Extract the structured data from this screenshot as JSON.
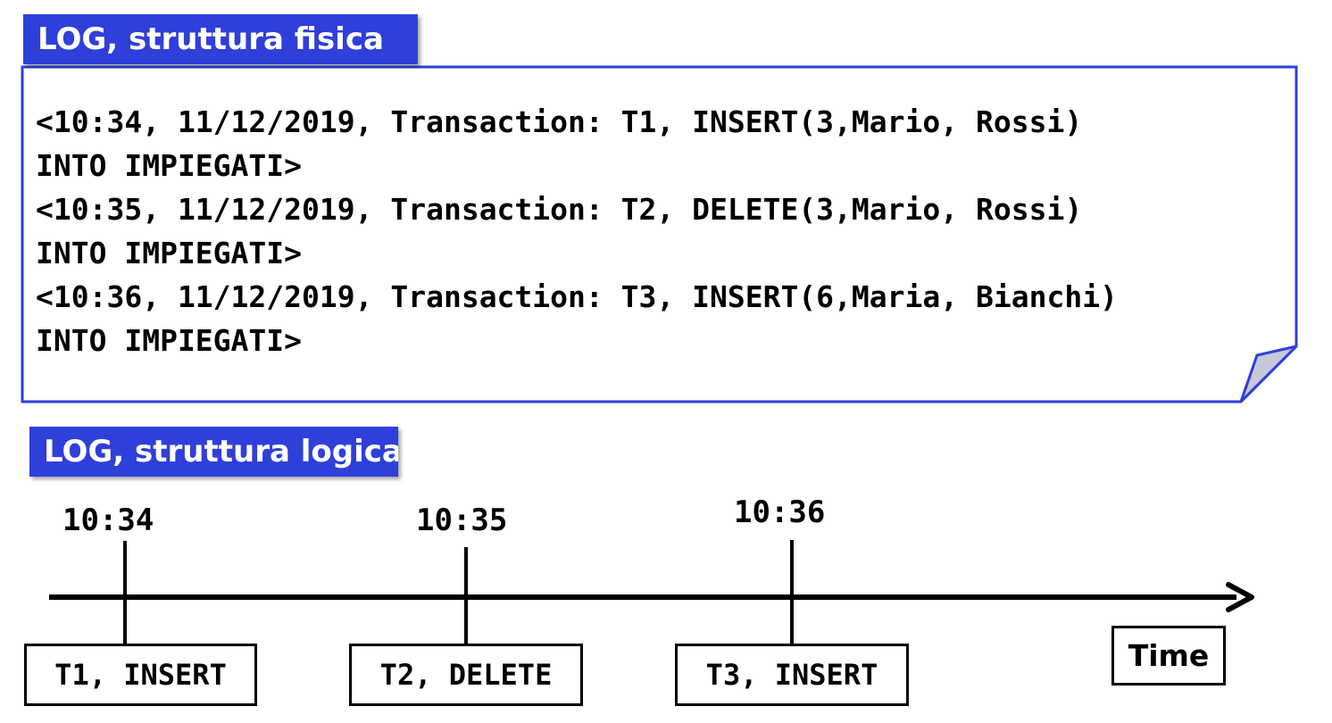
{
  "physical_log": {
    "title": "LOG, struttura fisica",
    "lines": [
      "<10:34, 11/12/2019, Transaction: T1, INSERT(3,Mario, Rossi)",
      "INTO IMPIEGATI>",
      "<10:35, 11/12/2019, Transaction: T2, DELETE(3,Mario, Rossi)",
      "INTO IMPIEGATI>",
      "<10:36, 11/12/2019, Transaction: T3, INSERT(6,Maria, Bianchi)",
      "INTO IMPIEGATI>"
    ]
  },
  "logical_log": {
    "title": "LOG, struttura logica",
    "axis_label": "Time",
    "events": [
      {
        "time": "10:34",
        "label": "T1, INSERT"
      },
      {
        "time": "10:35",
        "label": "T2, DELETE"
      },
      {
        "time": "10:36",
        "label": "T3, INSERT"
      }
    ]
  },
  "colors": {
    "title_bg": "#2f3fd9",
    "title_text": "#ffffff",
    "note_border": "#2f3fd9",
    "note_fold": "#c8c8d8",
    "line": "#000000"
  }
}
